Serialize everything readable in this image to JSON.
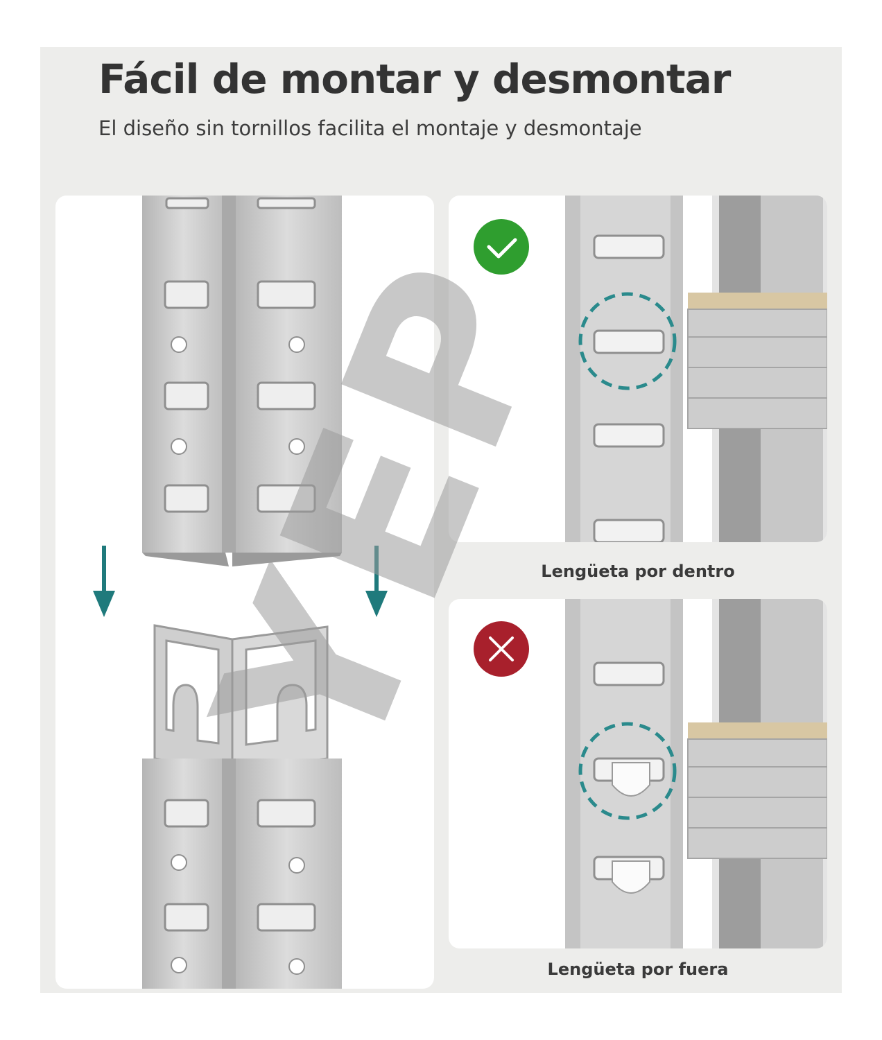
{
  "header": {
    "title": "Fácil de montar y desmontar",
    "subtitle": "El diseño sin tornillos facilita el montaje y desmontaje"
  },
  "panels": {
    "correct": {
      "caption": "Lengüeta por dentro",
      "status_icon": "check-icon",
      "status_color": "#2f9e2f"
    },
    "incorrect": {
      "caption": "Lengüeta por fuera",
      "status_icon": "cross-icon",
      "status_color": "#a8202c"
    }
  },
  "colors": {
    "sheet": "#ededeb",
    "metal": "#c9c9c9",
    "arrow": "#1f7a7c",
    "dashed_circle": "#2a8a8c",
    "wood": "#d8c7a3"
  },
  "watermark": {
    "text": "YEP"
  }
}
